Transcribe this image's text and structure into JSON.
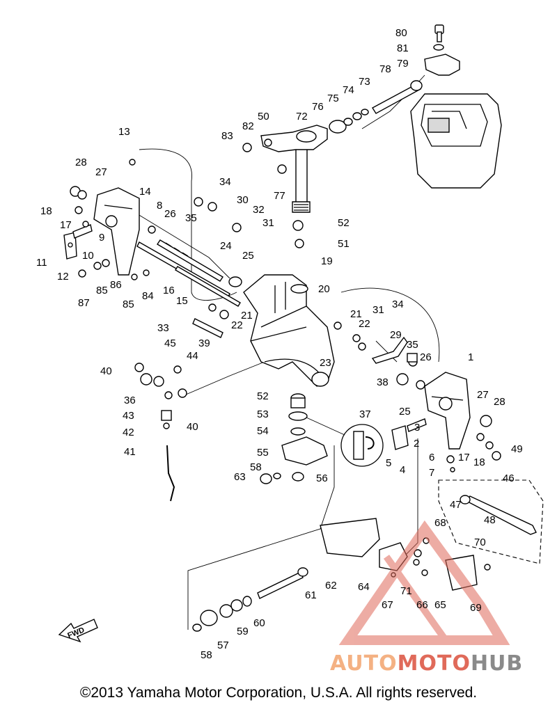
{
  "labels": [
    "80",
    "81",
    "79",
    "78",
    "73",
    "74",
    "75",
    "76",
    "72",
    "50",
    "82",
    "83",
    "77",
    "13",
    "28",
    "27",
    "14",
    "34",
    "30",
    "35",
    "32",
    "31",
    "52",
    "51",
    "18",
    "17",
    "8",
    "26",
    "9",
    "10",
    "11",
    "12",
    "24",
    "25",
    "19",
    "87",
    "85",
    "86",
    "85",
    "84",
    "16",
    "15",
    "20",
    "21",
    "22",
    "31",
    "34",
    "33",
    "21",
    "22",
    "45",
    "39",
    "23",
    "29",
    "35",
    "26",
    "1",
    "40",
    "44",
    "36",
    "38",
    "52",
    "40",
    "53",
    "43",
    "42",
    "54",
    "37",
    "25",
    "27",
    "28",
    "41",
    "55",
    "5",
    "4",
    "3",
    "2",
    "6",
    "17",
    "18",
    "49",
    "58",
    "63",
    "56",
    "7",
    "46",
    "47",
    "48",
    "68",
    "70",
    "64",
    "65",
    "66",
    "67",
    "71",
    "69",
    "62",
    "61",
    "57",
    "58",
    "59",
    "60"
  ],
  "fwd_label": "FWD",
  "watermark": {
    "part1": "AUTO",
    "part2": "MOTO",
    "part3": "HUB"
  },
  "copyright": "©2013 Yamaha Motor Corporation, U.S.A. All rights reserved."
}
